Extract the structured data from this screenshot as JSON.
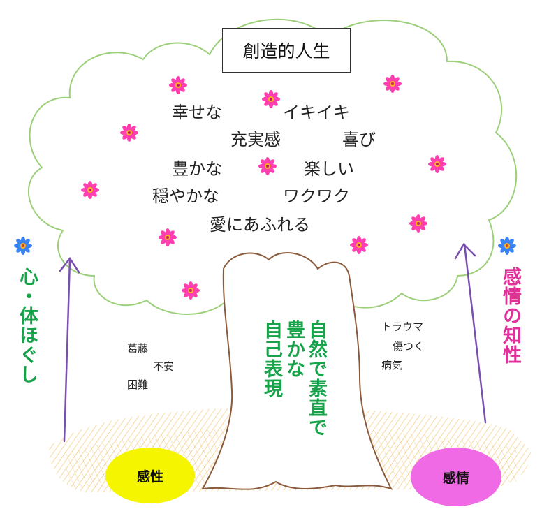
{
  "title": "創造的人生",
  "crown_words": [
    "幸せな",
    "イキイキ",
    "充実感",
    "喜び",
    "豊かな",
    "楽しい",
    "穏やかな",
    "ワクワク",
    "愛にあふれる"
  ],
  "trunk_text": [
    "自然で素直で",
    "豊かな",
    "自己表現"
  ],
  "left_side_label": "心・体ほぐし",
  "right_side_label": "感情の知性",
  "left_difficulties": [
    "葛藤",
    "不安",
    "困難"
  ],
  "right_difficulties": [
    "トラウマ",
    "傷つく",
    "病気"
  ],
  "left_root_label": "感性",
  "right_root_label": "感情",
  "colors": {
    "crown_outline": "#9ccf7a",
    "trunk_outline": "#8b5a3c",
    "arrow": "#7a4fb0",
    "green_text": "#16a34a",
    "magenta_text": "#e0309a",
    "yellow_oval": "#f5f500",
    "pink_oval": "#f06ae6",
    "flower_pink": "#ff3fb0",
    "flower_blue": "#3b82f6",
    "ground_hatch": "#f0c060"
  },
  "icons": {
    "crown_flower": "pink-cosmos-flower-icon",
    "side_flower": "blue-cosmos-flower-icon"
  }
}
